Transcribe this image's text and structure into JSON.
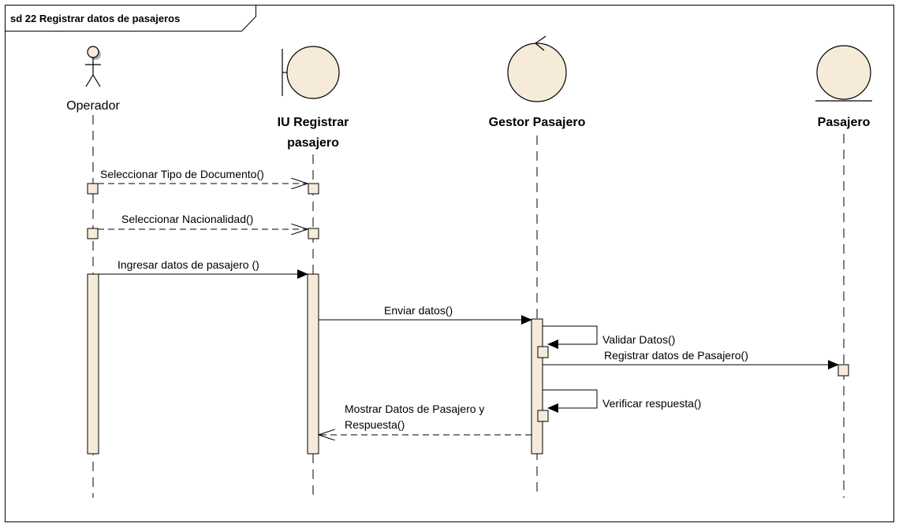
{
  "frame": {
    "title": "sd 22 Registrar datos de pasajeros"
  },
  "lifelines": {
    "operador": {
      "name": "Operador",
      "kind": "actor"
    },
    "iu": {
      "name_line1": "IU Registrar",
      "name_line2": "pasajero",
      "kind": "boundary"
    },
    "gestor": {
      "name": "Gestor Pasajero",
      "kind": "control"
    },
    "pasajero": {
      "name": "Pasajero",
      "kind": "entity"
    }
  },
  "messages": {
    "m1": {
      "label": "Seleccionar Tipo de Documento()",
      "type": "async"
    },
    "m2": {
      "label": "Seleccionar Nacionalidad()",
      "type": "async"
    },
    "m3": {
      "label": "Ingresar datos de pasajero ()",
      "type": "sync"
    },
    "m4": {
      "label": "Enviar datos()",
      "type": "sync"
    },
    "m5": {
      "label": "Validar Datos()",
      "type": "self"
    },
    "m6": {
      "label": "Registrar datos de Pasajero()",
      "type": "sync"
    },
    "m7": {
      "label": "Verificar respuesta()",
      "type": "self"
    },
    "m8": {
      "label_line1": "Mostrar Datos de Pasajero y",
      "label_line2": "Respuesta()",
      "type": "return"
    }
  },
  "colors": {
    "shape_fill": "#f5ebd8",
    "line": "#000000",
    "actor_shadow": "#b0b0b0"
  }
}
